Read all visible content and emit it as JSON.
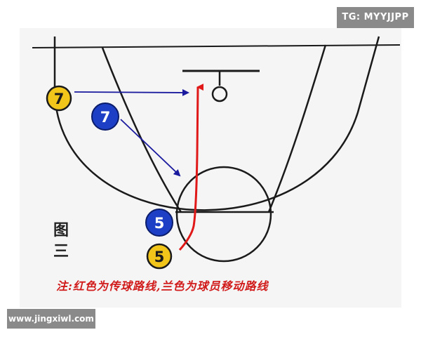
{
  "watermarks": {
    "top_right": "TG: MYYJJPP",
    "bottom_left": "www.jingxiwl.com"
  },
  "figure_label": "图三",
  "caption": "注:红色为传球路线,兰色为球员移动路线",
  "players": {
    "yellow_7": "7",
    "blue_7": "7",
    "blue_5": "5",
    "yellow_5": "5"
  },
  "colors": {
    "pass_route": "#e01818",
    "move_route": "#1a1a9e",
    "yellow_player": "#f2c51a",
    "blue_player": "#1c3fc6",
    "court_lines": "#1a1a1a",
    "caption_text": "#d11a1a"
  }
}
